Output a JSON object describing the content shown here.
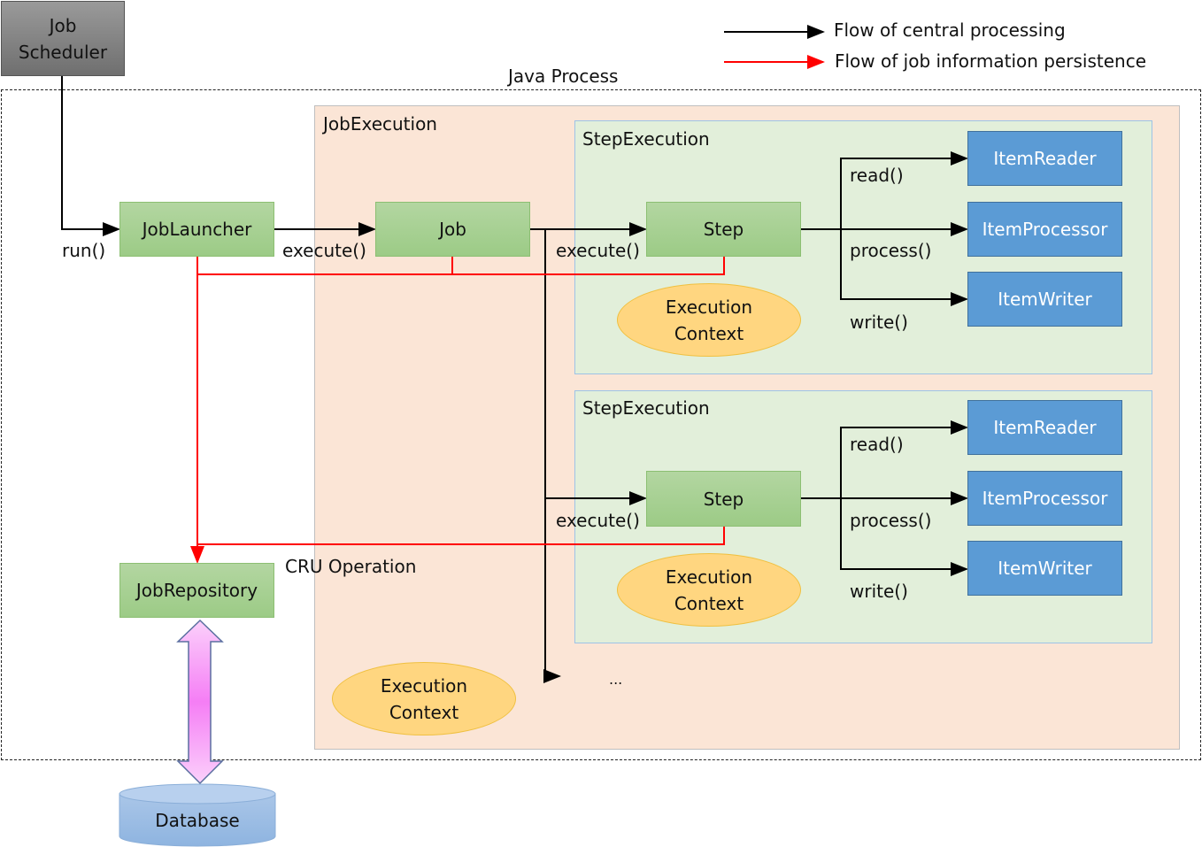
{
  "legend": {
    "central": "Flow of central processing",
    "persistence": "Flow of job information persistence",
    "central_color": "#000000",
    "persistence_color": "#ff0000"
  },
  "java_process": {
    "title": "Java Process"
  },
  "job_scheduler": {
    "label": "Job\nScheduler"
  },
  "job_launcher": {
    "label": "JobLauncher",
    "call": "run()"
  },
  "job": {
    "label": "Job",
    "call": "execute()"
  },
  "job_execution": {
    "title": "JobExecution",
    "context": "Execution\nContext"
  },
  "step_executions": [
    {
      "title": "StepExecution",
      "step": "Step",
      "call": "execute()",
      "context": "Execution\nContext",
      "reader": "ItemReader",
      "reader_call": "read()",
      "processor": "ItemProcessor",
      "processor_call": "process()",
      "writer": "ItemWriter",
      "writer_call": "write()"
    },
    {
      "title": "StepExecution",
      "step": "Step",
      "call": "execute()",
      "context": "Execution\nContext",
      "reader": "ItemReader",
      "reader_call": "read()",
      "processor": "ItemProcessor",
      "processor_call": "process()",
      "writer": "ItemWriter",
      "writer_call": "write()"
    }
  ],
  "more": "...",
  "job_repository": {
    "label": "JobRepository",
    "operation": "CRU Operation"
  },
  "database": {
    "label": "Database"
  },
  "colors": {
    "persistence_line": "#ff0000",
    "flow_line": "#000000",
    "item_box": "#5b9bd5",
    "component_box": "#a9d18e",
    "context": "#ffd680",
    "job_execution_bg": "#fbe5d6",
    "step_execution_bg": "#e2efda"
  }
}
